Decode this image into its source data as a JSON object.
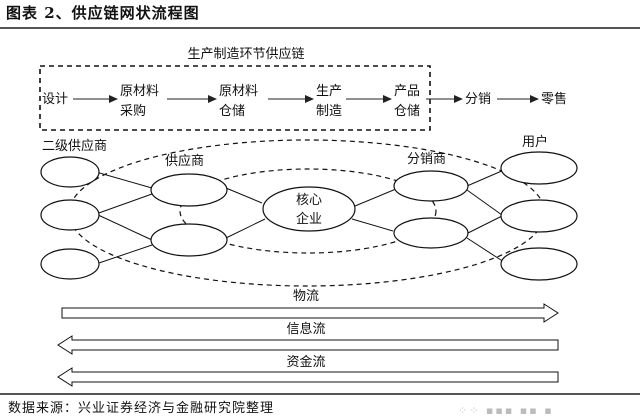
{
  "figure": {
    "title": "图表 2、供应链网状流程图",
    "source": "数据来源：兴业证券经济与金融研究院整理"
  },
  "production_chain": {
    "label": "生产制造环节供应链",
    "steps": [
      {
        "id": "design",
        "lines": [
          "设计"
        ]
      },
      {
        "id": "raw-purchase",
        "lines": [
          "原材料",
          "采购"
        ]
      },
      {
        "id": "raw-storage",
        "lines": [
          "原材料",
          "仓储"
        ]
      },
      {
        "id": "manufacture",
        "lines": [
          "生产",
          "制造"
        ]
      },
      {
        "id": "product-storage",
        "lines": [
          "产品",
          "仓储"
        ]
      },
      {
        "id": "distribution",
        "lines": [
          "分销"
        ]
      },
      {
        "id": "retail",
        "lines": [
          "零售"
        ]
      }
    ]
  },
  "network": {
    "labels": {
      "secondary_supplier": "二级供应商",
      "supplier": "供应商",
      "distributor": "分销商",
      "user": "用户"
    },
    "core": [
      "核心",
      "企业"
    ]
  },
  "flows": [
    {
      "id": "logistics",
      "label": "物流",
      "direction": "right"
    },
    {
      "id": "information",
      "label": "信息流",
      "direction": "left"
    },
    {
      "id": "capital",
      "label": "资金流",
      "direction": "left"
    }
  ]
}
